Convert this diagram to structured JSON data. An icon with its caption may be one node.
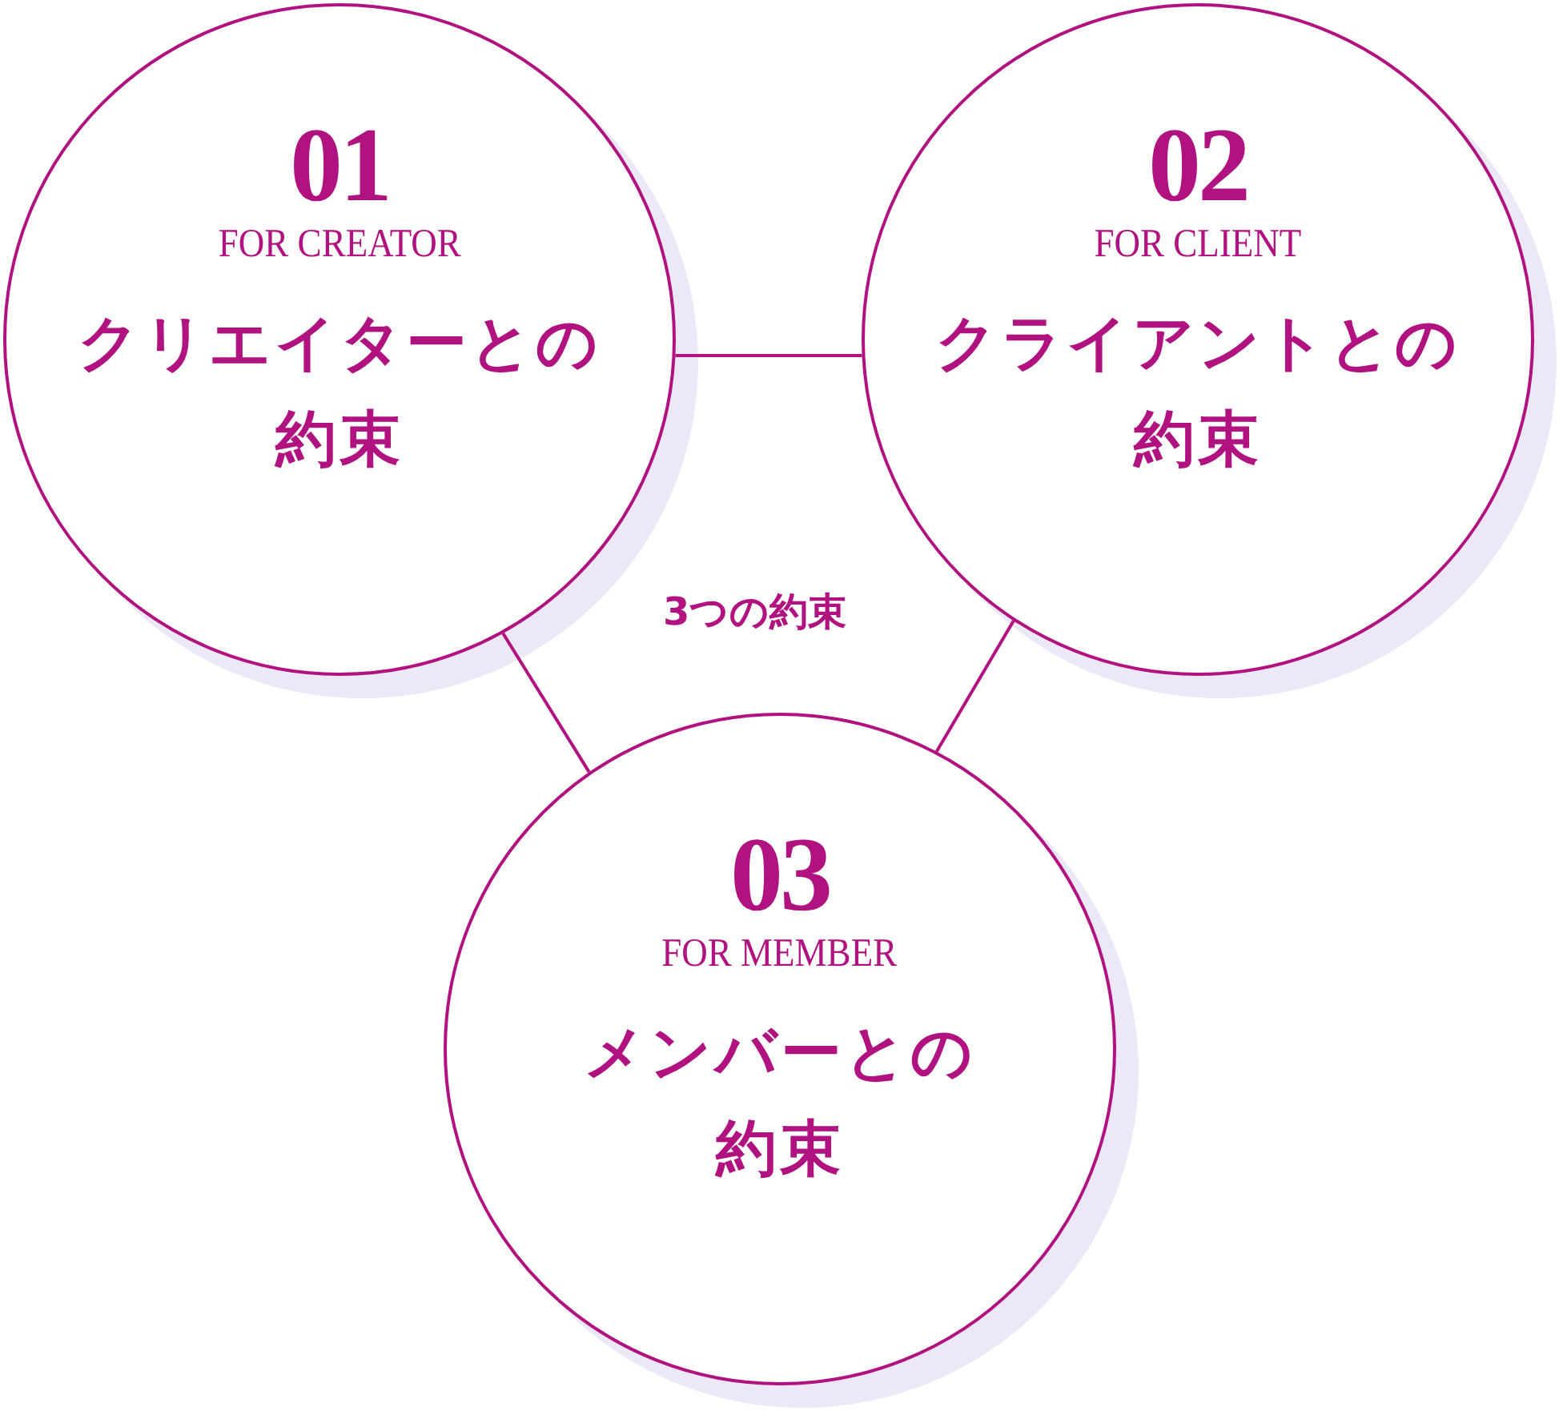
{
  "diagram": {
    "nodes": [
      {
        "text": [
          "01",
          "FOR CREATOR",
          "クリエイターとの約束"
        ]
      },
      {
        "text": [
          "02",
          "FOR CLIENT",
          "クライアントとの約束"
        ]
      },
      {
        "text": [
          "03",
          "FOR MEMBER",
          "メンバーとの約束"
        ]
      }
    ],
    "edges": [
      {
        "from": 0,
        "to": 1,
        "arrow": "none"
      },
      {
        "from": 0,
        "to": 2,
        "arrow": "none"
      },
      {
        "from": 1,
        "to": 2,
        "arrow": "none"
      }
    ],
    "labels": [
      "3つの約束"
    ]
  }
}
